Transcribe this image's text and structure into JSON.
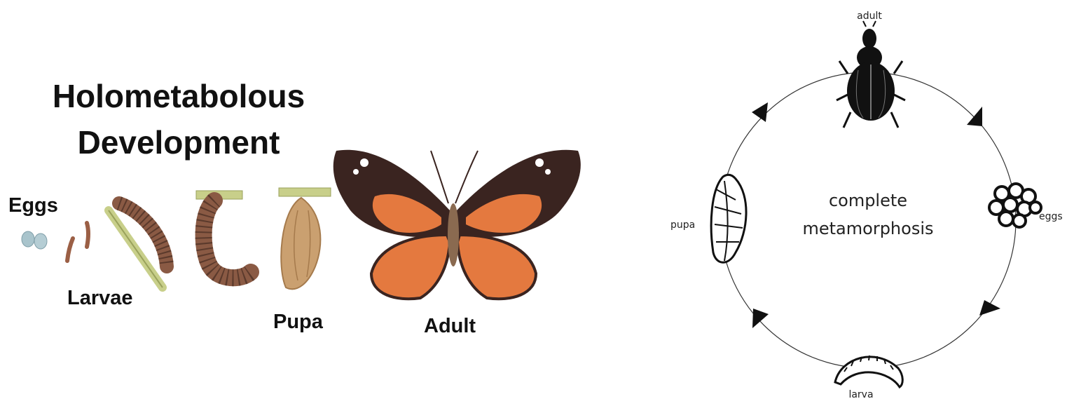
{
  "left_panel": {
    "title_line1": "Holometabolous",
    "title_line2": "Development",
    "labels": {
      "eggs": "Eggs",
      "larvae": "Larvae",
      "pupa": "Pupa",
      "adult": "Adult"
    },
    "colors": {
      "butterfly_orange": "#e4793f",
      "butterfly_dark": "#3a2420",
      "stick": "#c8cf8a",
      "larva": "#8a5a44",
      "pupa": "#caa070",
      "egg": "#a9c4cc"
    }
  },
  "right_panel": {
    "center_line1": "complete",
    "center_line2": "metamorphosis",
    "stages": {
      "adult": "adult",
      "eggs": "eggs",
      "larva": "larva",
      "pupa": "pupa"
    }
  }
}
